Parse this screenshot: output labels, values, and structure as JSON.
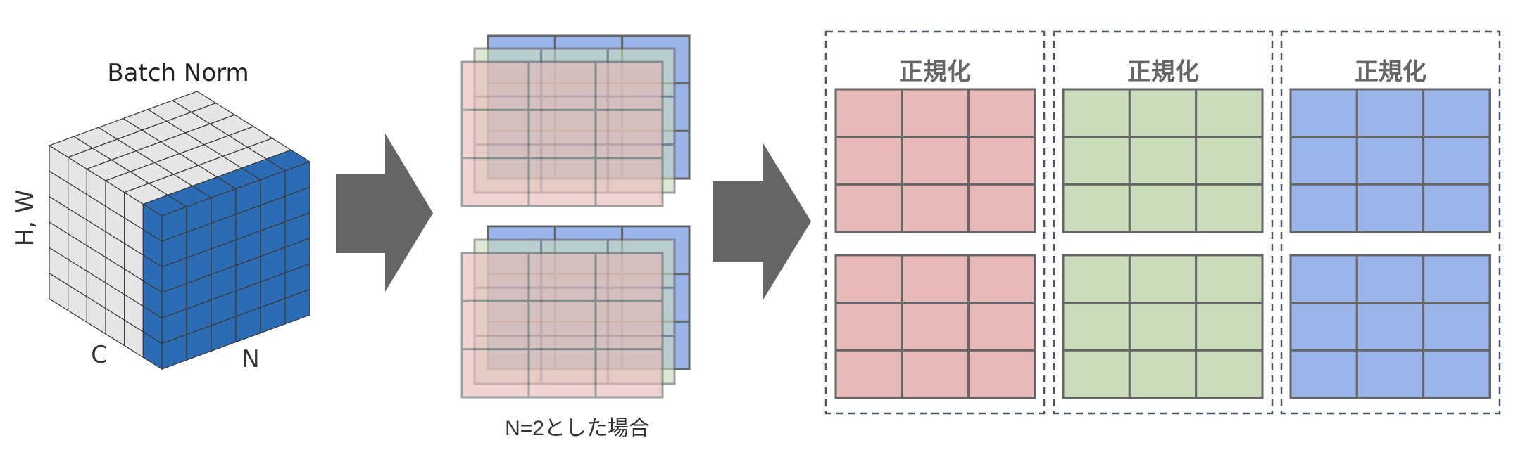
{
  "cube": {
    "title": "Batch Norm",
    "axis_hw": "H, W",
    "axis_c": "C",
    "axis_n": "N",
    "highlight_color": "#2b6cb4",
    "base_color": "#e6e6e6"
  },
  "stack_caption": "N=2とした場合",
  "groups": [
    {
      "label": "正規化",
      "color": "#e8b9b9"
    },
    {
      "label": "正規化",
      "color": "#cadcbc"
    },
    {
      "label": "正規化",
      "color": "#9bb5ea"
    }
  ],
  "arrow_color": "#666666"
}
